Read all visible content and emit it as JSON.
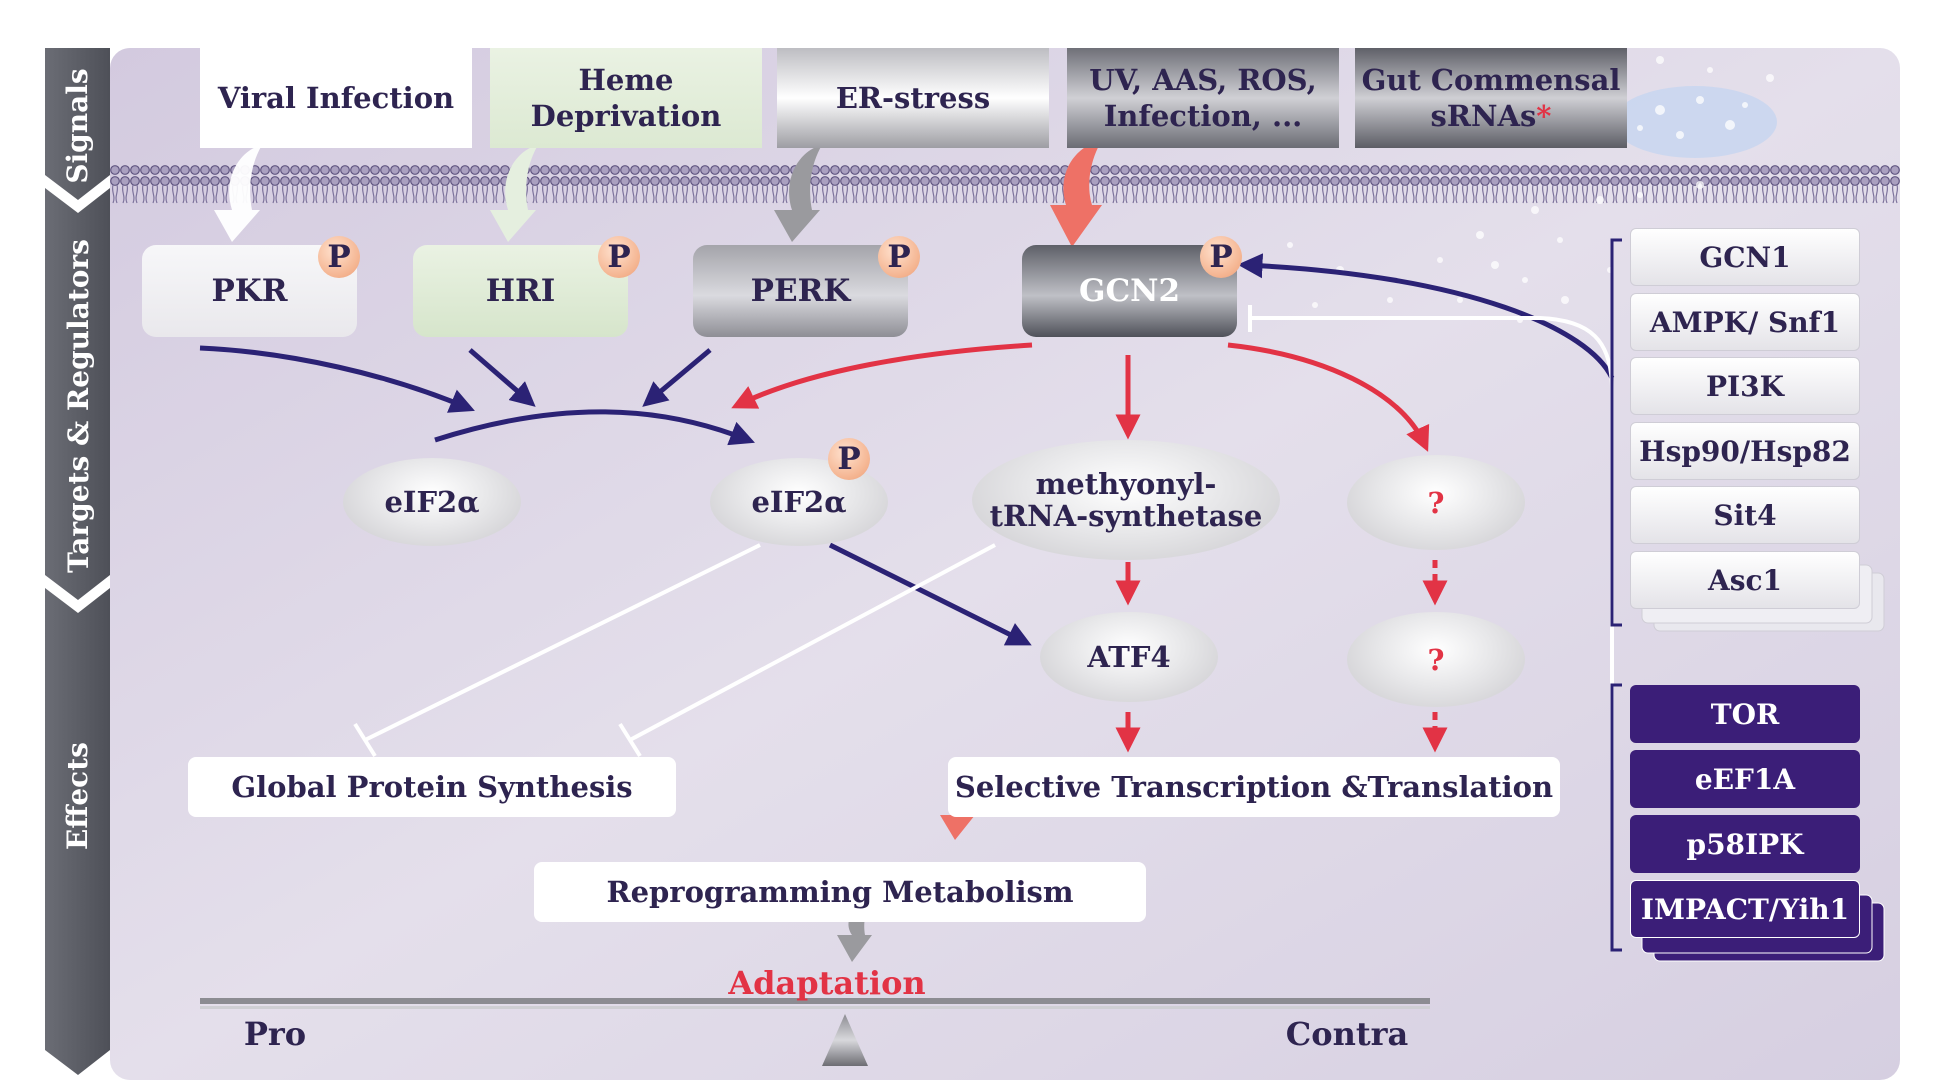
{
  "sections": {
    "signals": "Signals",
    "targets": "Targets & Regulators",
    "effects": "Effects"
  },
  "signals": {
    "viral": "Viral Infection",
    "heme": "Heme Deprivation",
    "er": "ER-stress",
    "uv_line1": "UV, AAS, ROS,",
    "uv_line2": "Infection, ...",
    "gut_line1": "Gut Commensal",
    "gut_line2": "sRNAs",
    "gut_asterisk": "*"
  },
  "kinases": {
    "pkr": "PKR",
    "hri": "HRI",
    "perk": "PERK",
    "gcn2": "GCN2",
    "phospho": "P"
  },
  "targets": {
    "eif2a_1": "eIF2α",
    "eif2a_2": "eIF2α",
    "mrs_line1": "methyonyl-",
    "mrs_line2": "tRNA-synthetase",
    "atf4": "ATF4",
    "unknown_1": "?",
    "unknown_2": "?"
  },
  "effects": {
    "global": "Global Protein Synthesis",
    "selective": "Selective Transcription &Translation",
    "reprogramming": "Reprogramming Metabolism"
  },
  "balance": {
    "adaptation": "Adaptation",
    "pro": "Pro",
    "contra": "Contra"
  },
  "regulators": {
    "activators": [
      "GCN1",
      "AMPK/ Snf1",
      "PI3K",
      "Hsp90/Hsp82",
      "Sit4",
      "Asc1"
    ],
    "inhibitors": [
      "TOR",
      "eEF1A",
      "p58IPK",
      "IMPACT/Yih1"
    ]
  },
  "colors": {
    "background": "#dcd4e6",
    "activation_arrow": "#2b2275",
    "gcn2_arrow": "#e23345",
    "inhibitor_box": "#3b1e78",
    "text": "#2e2450"
  }
}
